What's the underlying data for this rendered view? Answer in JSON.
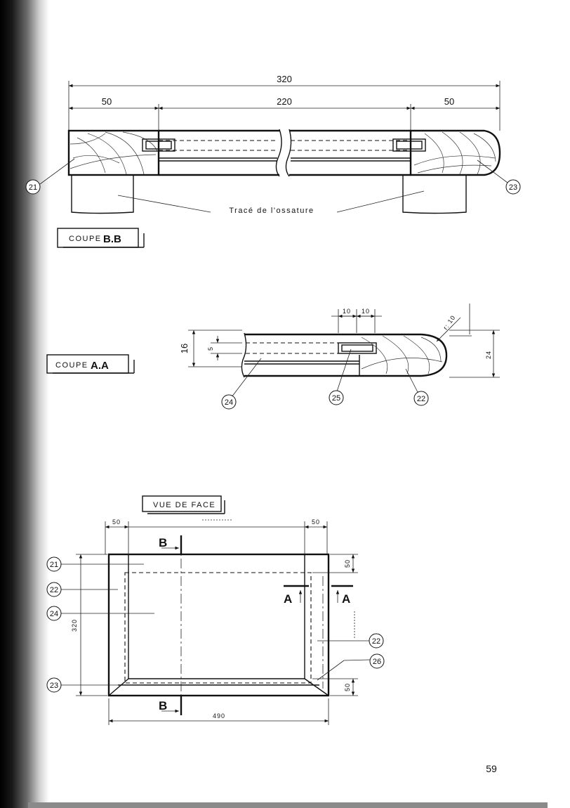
{
  "page_number": "59",
  "coupe_bb": {
    "label_prefix": "COUPE",
    "label_section": "B.B",
    "dim_total": "320",
    "dim_left": "50",
    "dim_center": "220",
    "dim_right": "50",
    "trace_label": "Tracé de l'ossature",
    "callouts": [
      "21",
      "23"
    ]
  },
  "coupe_aa": {
    "label_prefix": "COUPE",
    "label_section": "A.A",
    "dim_top_a": "10",
    "dim_top_b": "10",
    "dim_radius": "r: 10",
    "dim_left_outer": "16",
    "dim_left_inner": "5",
    "dim_right": "24",
    "callouts": [
      "24",
      "25",
      "22"
    ]
  },
  "vue_face": {
    "label": "VUE DE FACE",
    "dim_top_left": "50",
    "dim_top_right": "50",
    "dim_left": "320",
    "dim_right_top": "50",
    "dim_right_bottom": "50",
    "dim_bottom": "490",
    "section_b": "B",
    "section_a": "A",
    "callouts_left": [
      "21",
      "22",
      "24",
      "23"
    ],
    "callouts_right": [
      "22",
      "26"
    ]
  }
}
